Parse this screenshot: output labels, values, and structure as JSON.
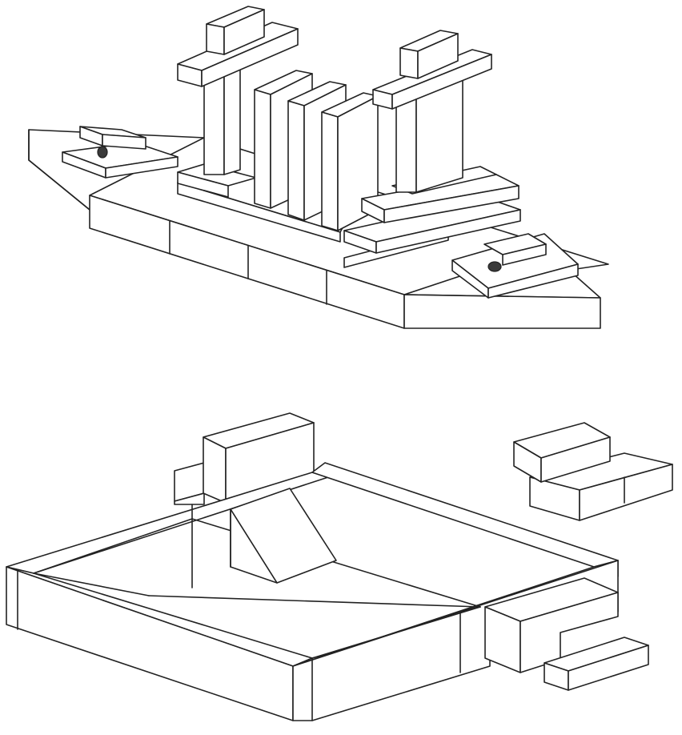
{
  "illustration": {
    "style": "black line drawing on white",
    "colors": {
      "background": "#ffffff",
      "line": "#222222"
    },
    "figures": [
      "block-ship",
      "block-enclosure",
      "loose-blocks"
    ]
  }
}
